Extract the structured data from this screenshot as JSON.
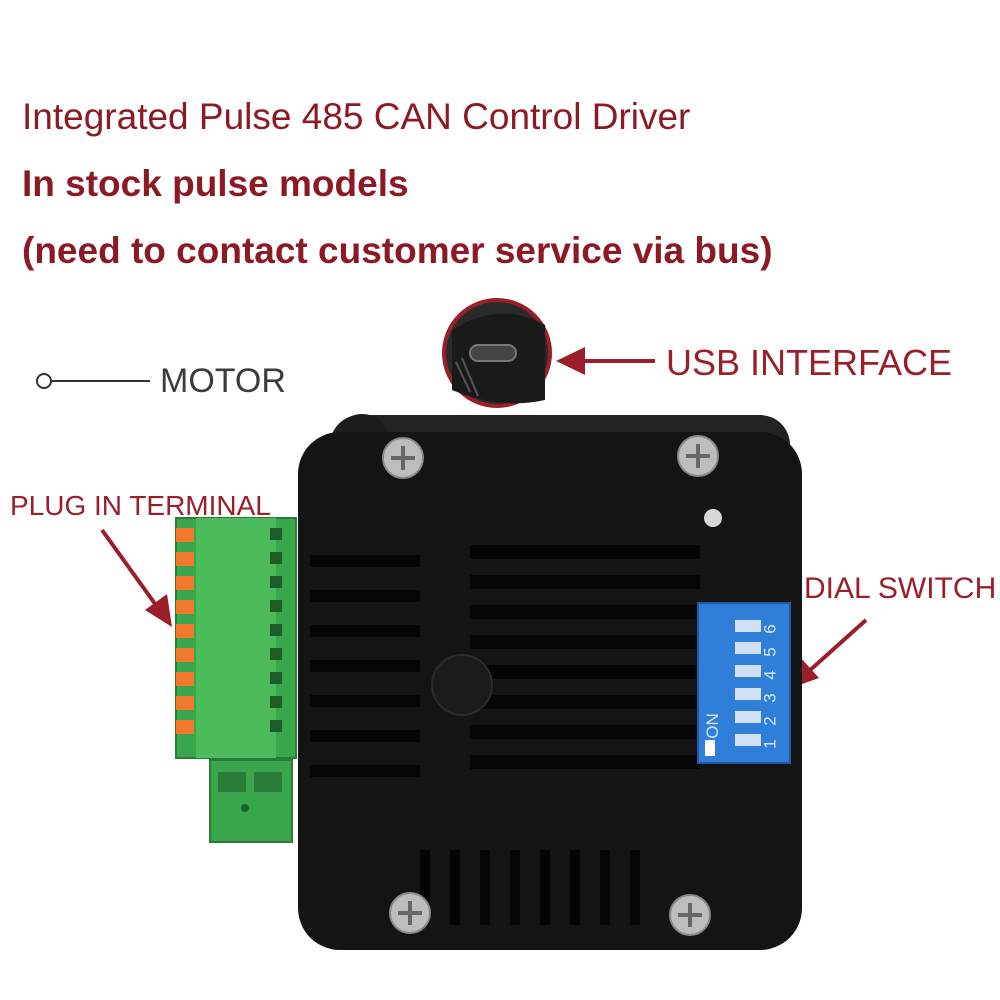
{
  "title_lines": {
    "line1": "Integrated Pulse 485 CAN Control Driver",
    "line2": "In stock pulse models",
    "line3": "(need to contact customer service via bus)"
  },
  "labels": {
    "usb": "USB INTERFACE",
    "motor": "MOTOR",
    "plug_terminal": "PLUG IN TERMINAL",
    "dial_switch": "DIAL SWITCH"
  },
  "dip_switch": {
    "on_label": "ON",
    "positions": [
      "1",
      "2",
      "3",
      "4",
      "5",
      "6"
    ]
  },
  "colors": {
    "title": "#8b1a24",
    "label": "#9a1f2a",
    "heatsink": "#141414",
    "terminal_green": "#3aa64b",
    "terminal_orange": "#f07a2a",
    "dip_blue": "#2f7fd8"
  }
}
